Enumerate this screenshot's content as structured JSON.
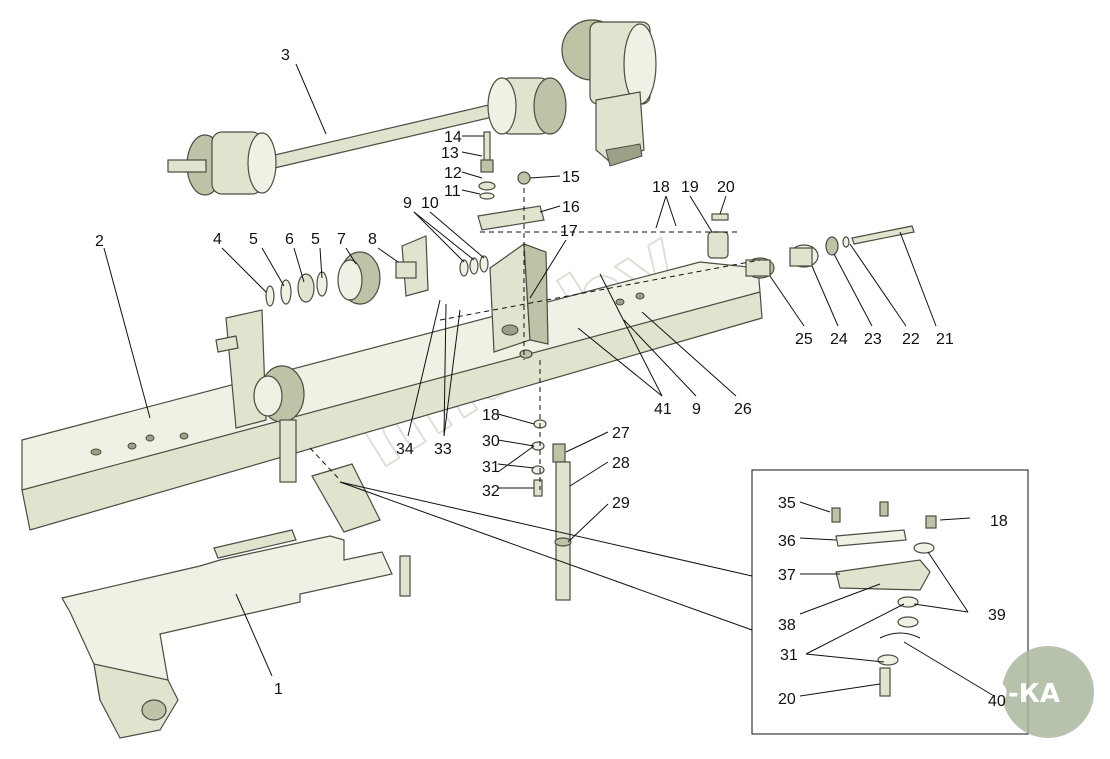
{
  "diagram": {
    "callouts": [
      "1",
      "2",
      "3",
      "4",
      "5",
      "6",
      "5",
      "7",
      "8",
      "9",
      "10",
      "11",
      "12",
      "13",
      "14",
      "15",
      "16",
      "17",
      "18",
      "19",
      "20",
      "21",
      "22",
      "23",
      "24",
      "25",
      "26",
      "9",
      "41",
      "34",
      "33",
      "18",
      "30",
      "31",
      "32",
      "27",
      "28",
      "29",
      "35",
      "18",
      "36",
      "37",
      "38",
      "39",
      "31",
      "40",
      "20"
    ],
    "watermark": "mka.by",
    "logo": "АГРО-КА"
  },
  "colors": {
    "part_fill": "#dfe4cf",
    "part_outline": "#4a4d40",
    "logo_circle": "#a9b79c"
  }
}
